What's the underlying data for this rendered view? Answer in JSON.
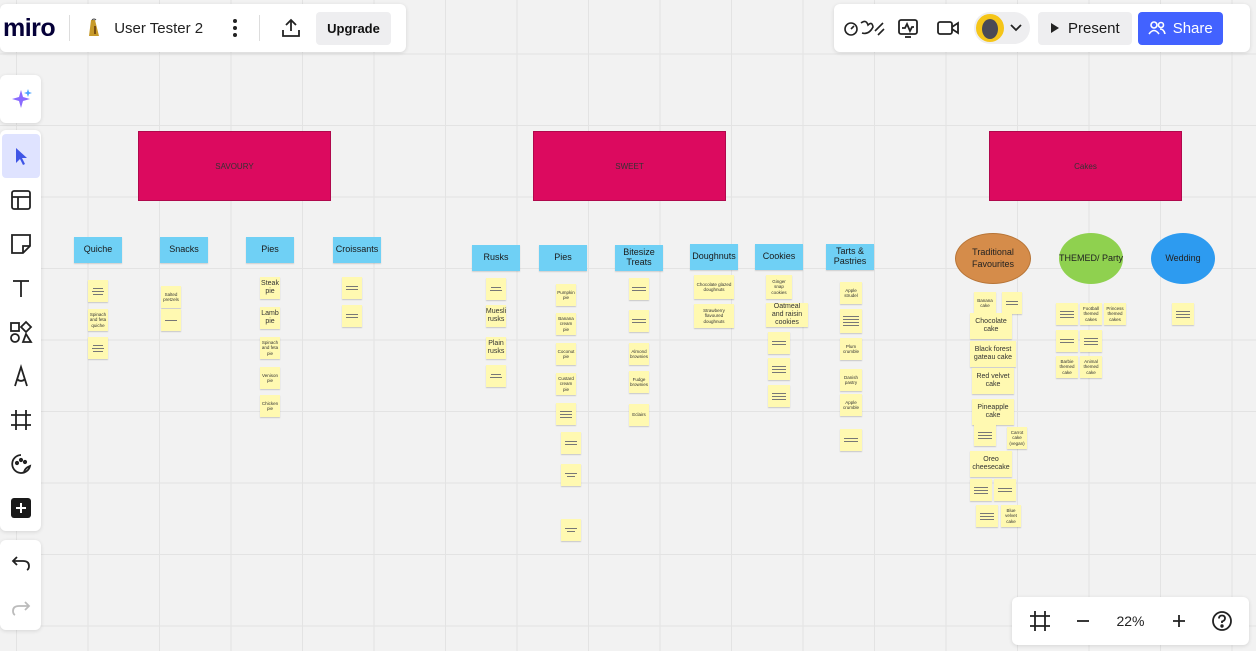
{
  "app": {
    "logo": "miro",
    "board_name": "User Tester 2",
    "upgrade_label": "Upgrade",
    "present_label": "Present",
    "share_label": "Share",
    "zoom": "22%",
    "accent": "#4262ff"
  },
  "left_toolbar": {
    "tools": [
      "magic-sparkles",
      "select",
      "templates",
      "sticky-note",
      "text",
      "shapes",
      "pen",
      "frame",
      "stickers",
      "add"
    ],
    "undo": [
      "undo",
      "redo"
    ]
  },
  "board": {
    "headers": [
      "SAVOURY",
      "SWEET",
      "Cakes"
    ],
    "savoury": {
      "categories": [
        "Quiche",
        "Snacks",
        "Pies",
        "Croissants"
      ],
      "quiche_notes": [
        "",
        "Spinach and feta quiche",
        ""
      ],
      "snacks_notes": [
        "Salted pretzels",
        ""
      ],
      "pies_notes": [
        "Steak pie",
        "Lamb pie",
        "Spinach and feta pie",
        "Venison pie",
        "Chicken pie"
      ],
      "croissant_notes": [
        "",
        ""
      ]
    },
    "sweet": {
      "categories": [
        "Rusks",
        "Pies",
        "Bitesize Treats",
        "Doughnuts",
        "Cookies",
        "Tarts & Pastries"
      ],
      "rusks_notes": [
        "",
        "Muesli rusks",
        "Plain rusks",
        ""
      ],
      "pies_notes": [
        "Pumpkin pie",
        "Banana cream pie",
        "Coconut pie",
        "Custard cream pie",
        "",
        "",
        "",
        ""
      ],
      "bitesize_notes": [
        "",
        "",
        "Almond brownies",
        "Fudge brownies",
        "Eclairs"
      ],
      "doughnut_notes": [
        "Chocolate glazed doughnuts",
        "Strawberry flavoured doughnuts"
      ],
      "cookie_notes": [
        "Ginger snap cookies",
        "Oatmeal and raisin cookies",
        "",
        "",
        ""
      ],
      "tart_notes": [
        "Apple strudel",
        "",
        "Plum crumble",
        "Danish pastry",
        "Apple crumble",
        ""
      ]
    },
    "cakes": {
      "ovals": [
        "Traditional Favourites",
        "THEMED/ Party",
        "Wedding"
      ],
      "oval_colors": [
        "#d58c4a",
        "#8fd14f",
        "#2d9bf0"
      ],
      "traditional_notes": [
        "Banana cake",
        "",
        "Chocolate cake",
        "Black forest gateau cake",
        "Red velvet cake",
        "Pineapple cake",
        "",
        "Carrot cake (vegan)",
        "Oreo cheesecake",
        "",
        "",
        "",
        "Blue velvet cake"
      ],
      "themed_notes": [
        "",
        "Football themed cakes",
        "Princess themed cakes",
        "",
        "",
        "Barbie themed cake",
        "Animal themed cake"
      ],
      "wedding_notes": [
        ""
      ]
    }
  }
}
